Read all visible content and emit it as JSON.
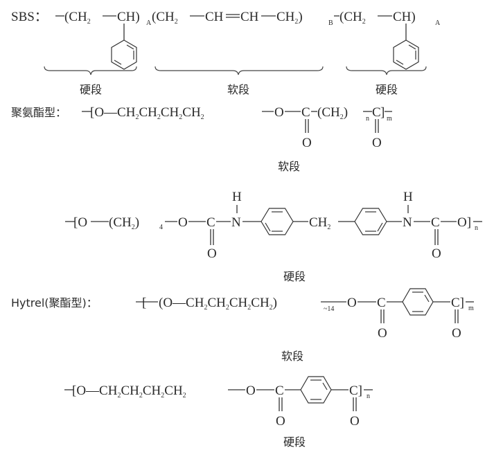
{
  "sbs": {
    "prefix": "SBS：",
    "seg1": "(CH",
    "seg1_sub": "2",
    "seg1_b": "CH)",
    "seg1_idx": "A",
    "seg2": "(CH",
    "seg2_sub": "2",
    "seg2_ch1": "CH",
    "seg2_ch2": "CH",
    "seg2_ch3": "CH",
    "seg2_sub2": "2",
    "seg2_close": ")",
    "seg2_idx": "B",
    "seg3": "(CH",
    "seg3_sub": "2",
    "seg3_b": "CH)",
    "seg3_idx": "A",
    "labels": [
      "硬段",
      "软段",
      "硬段"
    ]
  },
  "polyurethane": {
    "prefix": "聚氨酯型：",
    "soft_chain": "[O—CH",
    "sub": "2",
    "ch2": "CH",
    "o": "O",
    "c": "C",
    "ch2n": "(CH",
    "ch2n_close": ")",
    "n": "n",
    "m": "m",
    "carbonyl_o": "O",
    "soft_label": "软段",
    "hard_o1": "[O",
    "hard_ch24": "(CH",
    "hard_ch24_close": ")",
    "hard_4": "4",
    "hard_o2": "O",
    "hard_c": "C",
    "hard_n": "N",
    "hard_h": "H",
    "hard_ch2": "CH",
    "hard_o3": "O]",
    "hard_n_idx": "n",
    "hard_label": "硬段"
  },
  "hytrel": {
    "prefix": "Hytrel(聚酯型)：",
    "soft_open": "[",
    "soft_chain": "(O—CH",
    "ch": "CH",
    "close": ")",
    "idx": "~14",
    "o": "O",
    "c": "C",
    "c2": "C]",
    "m": "m",
    "carbonyl_o": "O",
    "soft_label": "软段",
    "hard_chain": "[O—CH",
    "hard_n": "n",
    "hard_label": "硬段"
  }
}
